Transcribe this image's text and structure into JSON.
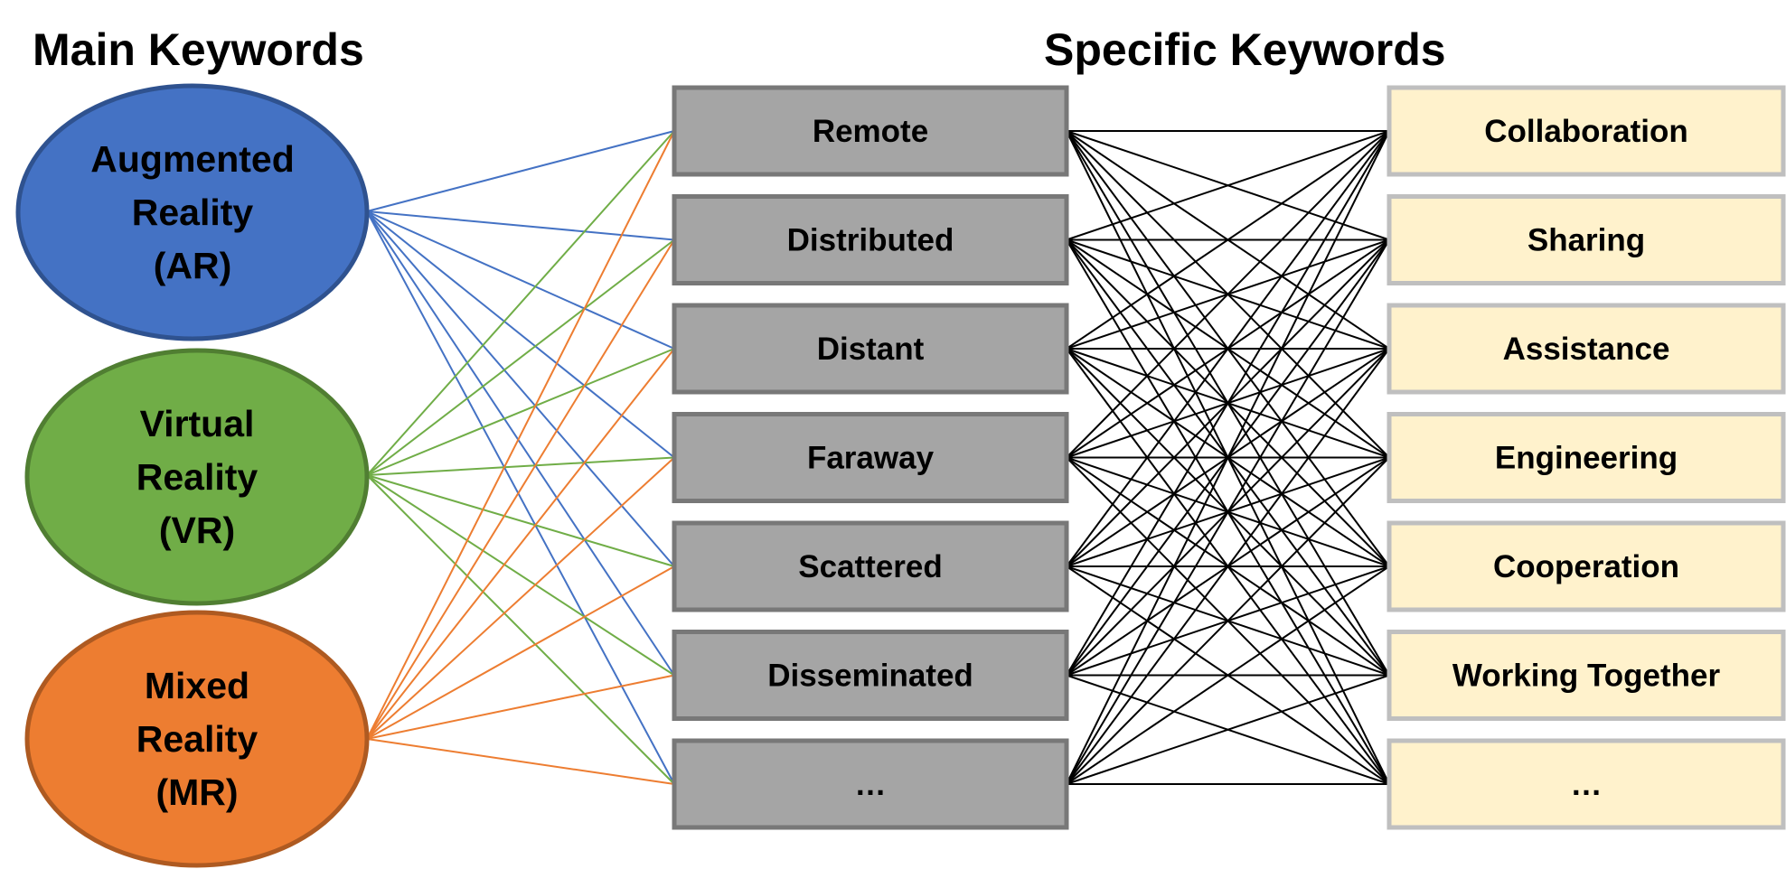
{
  "headings": {
    "main": "Main Keywords",
    "specific": "Specific Keywords"
  },
  "main_keywords": [
    {
      "lines": [
        "Augmented",
        "Reality",
        "(AR)"
      ],
      "fill": "#4472C4",
      "stroke": "#2F528F",
      "line_color": "#4472C4"
    },
    {
      "lines": [
        "Virtual",
        "Reality",
        "(VR)"
      ],
      "fill": "#70AD47",
      "stroke": "#507E32",
      "line_color": "#70AD47"
    },
    {
      "lines": [
        "Mixed",
        "Reality",
        "(MR)"
      ],
      "fill": "#ED7D31",
      "stroke": "#AE5A21",
      "line_color": "#ED7D31"
    }
  ],
  "specific_keywords_left": [
    "Remote",
    "Distributed",
    "Distant",
    "Faraway",
    "Scattered",
    "Disseminated",
    "…"
  ],
  "specific_keywords_right": [
    "Collaboration",
    "Sharing",
    "Assistance",
    "Engineering",
    "Cooperation",
    "Working Together",
    "…"
  ],
  "colors": {
    "left_box_fill": "#A5A5A5",
    "left_box_stroke": "#787878",
    "right_box_fill": "#FFF2CC",
    "right_box_stroke": "#BFBFBF",
    "cross_line": "#000000"
  }
}
